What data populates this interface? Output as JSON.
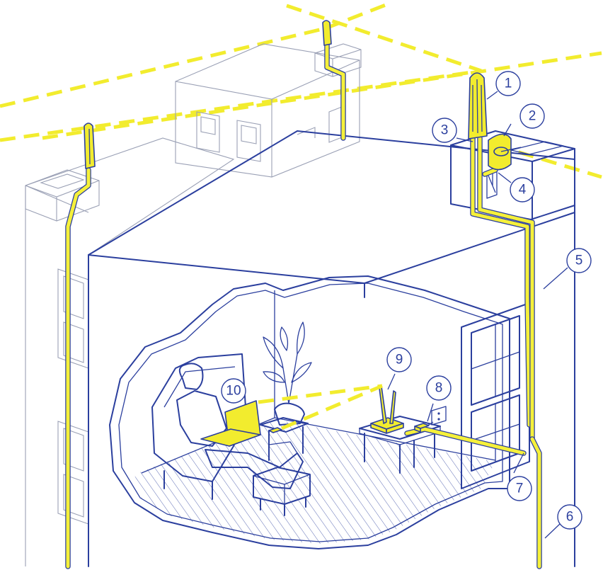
{
  "callouts": [
    "1",
    "2",
    "3",
    "4",
    "5",
    "6",
    "7",
    "8",
    "9",
    "10"
  ],
  "colors": {
    "line": "#2b3f9e",
    "cable": "#f5f03a",
    "beam": "#f2ec2e",
    "background": "#ffffff"
  }
}
